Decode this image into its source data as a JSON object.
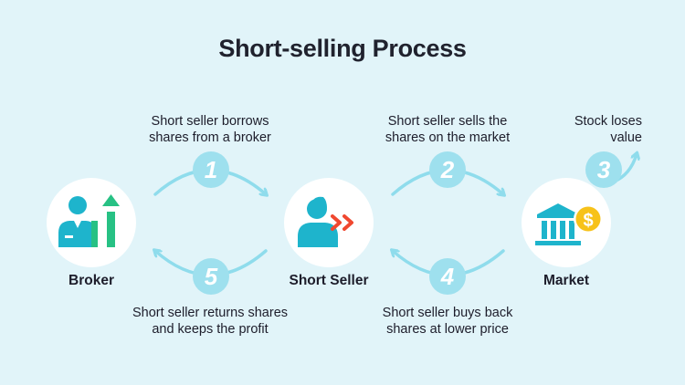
{
  "title": "Short-selling Process",
  "nodes": {
    "broker": "Broker",
    "short_seller": "Short Seller",
    "market": "Market"
  },
  "steps": [
    {
      "number": "1",
      "text_lines": [
        "Short seller borrows",
        "shares from a broker"
      ]
    },
    {
      "number": "2",
      "text_lines": [
        "Short seller sells the",
        "shares on the market"
      ]
    },
    {
      "number": "3",
      "text_lines": [
        "Stock loses",
        "value"
      ]
    },
    {
      "number": "4",
      "text_lines": [
        "Short seller buys back",
        "shares at lower price"
      ]
    },
    {
      "number": "5",
      "text_lines": [
        "Short seller returns shares",
        "and keeps the profit"
      ]
    }
  ],
  "colors": {
    "background": "#e1f4f9",
    "arrow": "#8fdcec",
    "badge": "#9ee0ee",
    "person": "#1eb4cc",
    "growth_arrow": "#27c184",
    "chevrons": "#f04830",
    "coin": "#f7c21a"
  },
  "icons": [
    "person-chart-icon",
    "person-forward-icon",
    "bank-coin-icon"
  ]
}
